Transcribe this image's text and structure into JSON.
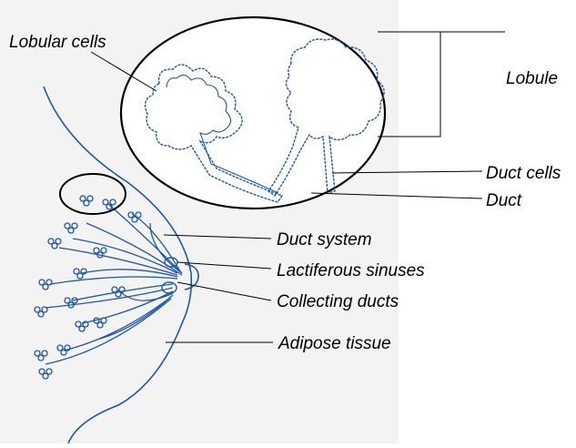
{
  "labels": {
    "lobular_cells": "Lobular cells",
    "lobule": "Lobule",
    "duct_cells": "Duct cells",
    "duct": "Duct",
    "duct_system": "Duct system",
    "lactiferous_sinuses": "Lactiferous sinuses",
    "collecting_ducts": "Collecting ducts",
    "adipose_tissue": "Adipose tissue"
  },
  "colors": {
    "tissue": "#1f56a8",
    "background_panel": "#f3f3f3",
    "line": "#000000",
    "text": "#000000"
  }
}
